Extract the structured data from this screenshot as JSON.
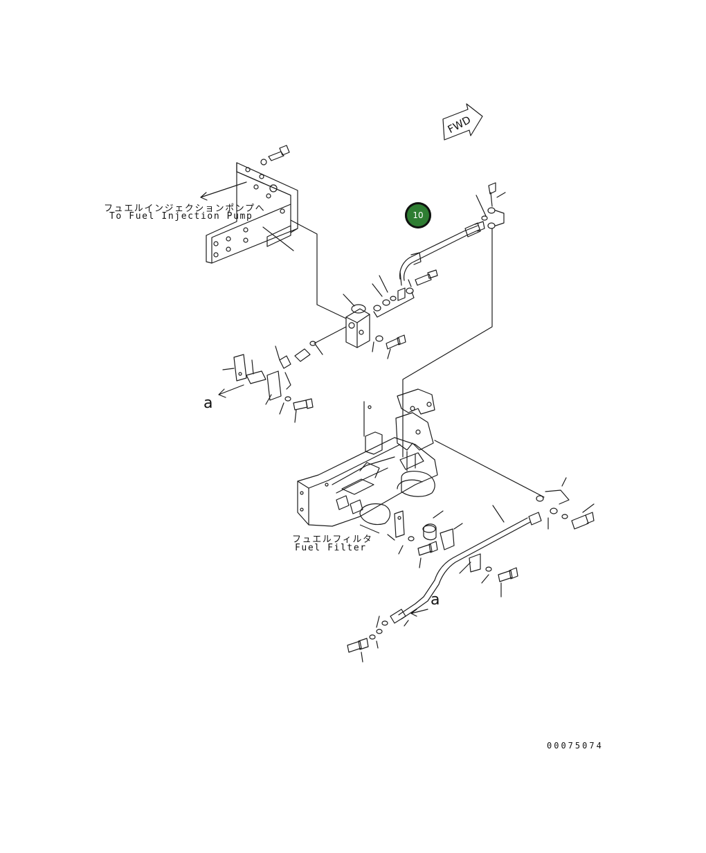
{
  "diagram": {
    "direction_label": "FWD",
    "callout": {
      "number": "10",
      "color": "#2e7d32"
    },
    "labels": {
      "injection_pump_jp": "フュエルインジェクションポンプへ",
      "injection_pump_en": "To Fuel Injection Pump",
      "fuel_filter_jp": "フュエルフィルタ",
      "fuel_filter_en": "Fuel Filter",
      "view_marker_a": "a",
      "view_marker_a2": "a",
      "drawing_number": "00075074"
    }
  }
}
